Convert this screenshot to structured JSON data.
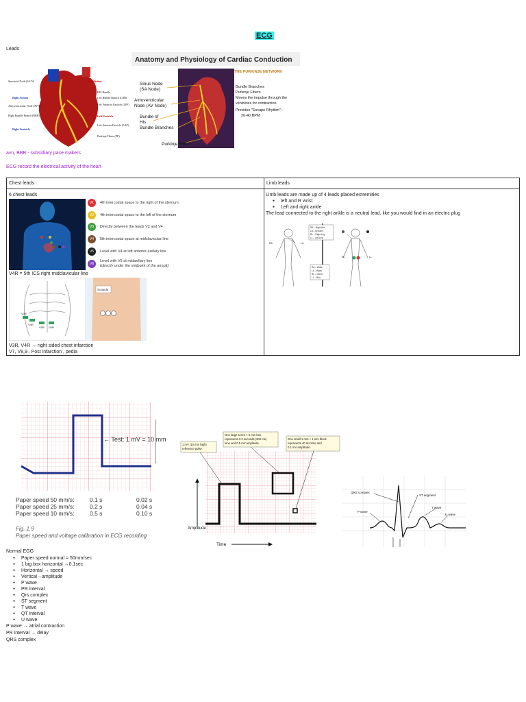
{
  "title": "ECG",
  "leads_label": "Leads",
  "heart_diagram": {
    "labels": [
      "Sinoatrial Node (SA/N)",
      "Left Atrium",
      "Right Atrium",
      "HIS Bundle",
      "Left Bundle Branch (LBB)",
      "Atrioventricular Node (AVN)",
      "Left Posterior Fascicle (LPF)",
      "Right Bundle Branch (RBB)",
      "Left Ventricle",
      "Right Ventricle",
      "Left Anterior Fascicle (LAF)",
      "Purkinje Fibers (PF)"
    ]
  },
  "conduction_diagram": {
    "title": "Anatomy and Physiology of Cardiac Conduction",
    "network_title": "THE PURKINJE NETWORK",
    "labels": [
      "Sinus Node",
      "(SA Node)",
      "Atrioventricular",
      "Node (AV Node)",
      "Bundle of",
      "His",
      "Bundle Branches",
      "Purkinje Fibers"
    ],
    "bullets": [
      "Bundle Branches",
      "Purkinje Fibers",
      "Moves the impulse through the ventricles for contraction",
      "Provides \"Escape Rhythm\": 20-40 BPM"
    ]
  },
  "note_pacemakers": "avn, BBB - subsidiary pace makers",
  "note_ecg": "ECG record the electrical activity of the heart",
  "table": {
    "headers": [
      "Chest leads",
      "Limb leads"
    ],
    "chest": {
      "count_label": "6 chest leads",
      "leads": [
        {
          "id": "V1",
          "color": "#e03030",
          "desc": "4th intercostal space to the right of the sternum"
        },
        {
          "id": "V2",
          "color": "#e8c020",
          "desc": "4th intercostal space to the left of the sternum"
        },
        {
          "id": "V3",
          "color": "#40a040",
          "desc": "Directly between the leads V2 and V4"
        },
        {
          "id": "V4",
          "color": "#7a5030",
          "desc": "5th intercostal space at midclavicular line"
        },
        {
          "id": "V5",
          "color": "#202020",
          "desc": "Level with V4 at left anterior axillary line"
        },
        {
          "id": "V6",
          "color": "#8040c0",
          "desc": "Level with V5 at midaxillary line",
          "sub": "(directly under the midpoint of the armpit)"
        }
      ],
      "v4r_note": "V4R = 5th ICS right midclavicular line",
      "right_labels": [
        "V3R",
        "V4R",
        "V5R",
        "V6R"
      ],
      "back_label": "Scapula",
      "footer_line1": "V3R, V4R → right sided chest infarction",
      "footer_line2": "V7, V8,9– Post infarction , pedia"
    },
    "limb": {
      "intro": "Limb leads are made up of 4 leads placed extremities",
      "bullets": [
        "left and R wrist",
        "Left and right ankle"
      ],
      "note": "The lead connected to the right ankle is a neutral lead, like you would find in an electric plug",
      "legend1": [
        "RA – Right Arm",
        "LA – Left Arm",
        "RL – Right Leg",
        "LL – Left Leg"
      ],
      "legend2": [
        "RA – White",
        "LA – Black",
        "RL – Green",
        "LL – Red"
      ],
      "body_labels": [
        "RA",
        "LA",
        "RL",
        "LL"
      ]
    }
  },
  "calibration": {
    "test_label": "← Test: 1 mV = 10 mm",
    "rows": [
      {
        "label": "Paper speed 50 mm/s:",
        "v1": "0.1 s",
        "v2": "0.02 s"
      },
      {
        "label": "Paper speed 25 mm/s:",
        "v1": "0.2 s",
        "v2": "0.04 s"
      },
      {
        "label": "Paper speed 10 mm/s:",
        "v1": "0.5 s",
        "v2": "0.10 s"
      }
    ],
    "fig_num": "Fig. 1.9",
    "fig_caption": "Paper speed and voltage calibration in ECG recording"
  },
  "grid_diagram": {
    "box1": "1 mV (10 mm high) reference pulse",
    "box2": "One large 5 mm × 5 mm box represents 0.2 seconds (200 ms) time and 0.5 mV amplitude.",
    "box3": "One small 1 mm × 1 mm block represents 40 ms time and 0.1 mV amplitude.",
    "amplitude": "Amplitude",
    "time": "Time"
  },
  "wave_diagram": {
    "labels": [
      "QRS complex",
      "ST segment",
      "P wave",
      "T wave",
      "U wave"
    ]
  },
  "bottom": {
    "heading": "Normal EGG",
    "bullets": [
      "Paper speed normal = 50mm/sec",
      "1 big box horizontal →0.1sec",
      "Horizontal → speed",
      "Vertical→amplitude",
      "P wave",
      "PR interval",
      "Qrs complex",
      "ST segment",
      "T wave",
      "QT interval",
      "U wave"
    ],
    "lines": [
      "P wave → atrial contraction",
      "PR interval → delay",
      "QRS complex"
    ]
  }
}
